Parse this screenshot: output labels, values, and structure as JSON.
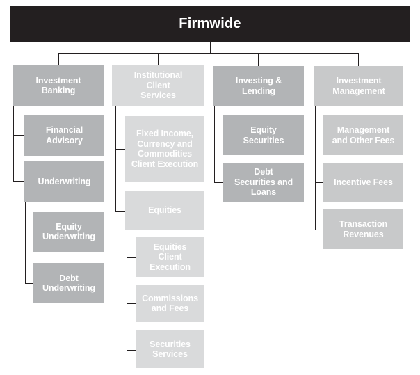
{
  "diagram": {
    "title": "Firmwide",
    "type": "organization-chart",
    "palette": {
      "root_bg": "#231f20",
      "investment_banking": "#b2b4b6",
      "institutional_client_services": "#d9dadb",
      "investing_and_lending": "#b2b4b6",
      "investment_management": "#c8c9ca",
      "connector": "#231f20",
      "text": "#ffffff",
      "page_bg": "#ffffff"
    },
    "root": {
      "label": "Firmwide"
    },
    "segments": [
      {
        "id": "investment-banking",
        "label": "Investment\nBanking",
        "color": "#b2b4b6",
        "children": [
          {
            "id": "financial-advisory",
            "label": "Financial\nAdvisory",
            "color": "#b2b4b6",
            "children": []
          },
          {
            "id": "underwriting",
            "label": "Underwriting",
            "color": "#b2b4b6",
            "children": [
              {
                "id": "equity-underwriting",
                "label": "Equity\nUnderwriting",
                "color": "#b2b4b6"
              },
              {
                "id": "debt-underwriting",
                "label": "Debt\nUnderwriting",
                "color": "#b2b4b6"
              }
            ]
          }
        ]
      },
      {
        "id": "institutional-client-services",
        "label": "Institutional\nClient\nServices",
        "color": "#d9dadb",
        "children": [
          {
            "id": "ficc-client-execution",
            "label": "Fixed Income,\nCurrency and\nCommodities\nClient Execution",
            "color": "#d9dadb",
            "children": []
          },
          {
            "id": "equities",
            "label": "Equities",
            "color": "#d9dadb",
            "children": [
              {
                "id": "equities-client-execution",
                "label": "Equities\nClient\nExecution",
                "color": "#d9dadb"
              },
              {
                "id": "commissions-and-fees",
                "label": "Commissions\nand Fees",
                "color": "#d9dadb"
              },
              {
                "id": "securities-services",
                "label": "Securities\nServices",
                "color": "#d9dadb"
              }
            ]
          }
        ]
      },
      {
        "id": "investing-and-lending",
        "label": "Investing &\nLending",
        "color": "#b2b4b6",
        "children": [
          {
            "id": "equity-securities",
            "label": "Equity\nSecurities",
            "color": "#b2b4b6",
            "children": []
          },
          {
            "id": "debt-securities-and-loans",
            "label": "Debt\nSecurities and\nLoans",
            "color": "#b2b4b6",
            "children": []
          }
        ]
      },
      {
        "id": "investment-management",
        "label": "Investment\nManagement",
        "color": "#c8c9ca",
        "children": [
          {
            "id": "management-and-other-fees",
            "label": "Management\nand Other Fees",
            "color": "#c8c9ca",
            "children": []
          },
          {
            "id": "incentive-fees",
            "label": "Incentive Fees",
            "color": "#c8c9ca",
            "children": []
          },
          {
            "id": "transaction-revenues",
            "label": "Transaction\nRevenues",
            "color": "#c8c9ca",
            "children": []
          }
        ]
      }
    ]
  }
}
